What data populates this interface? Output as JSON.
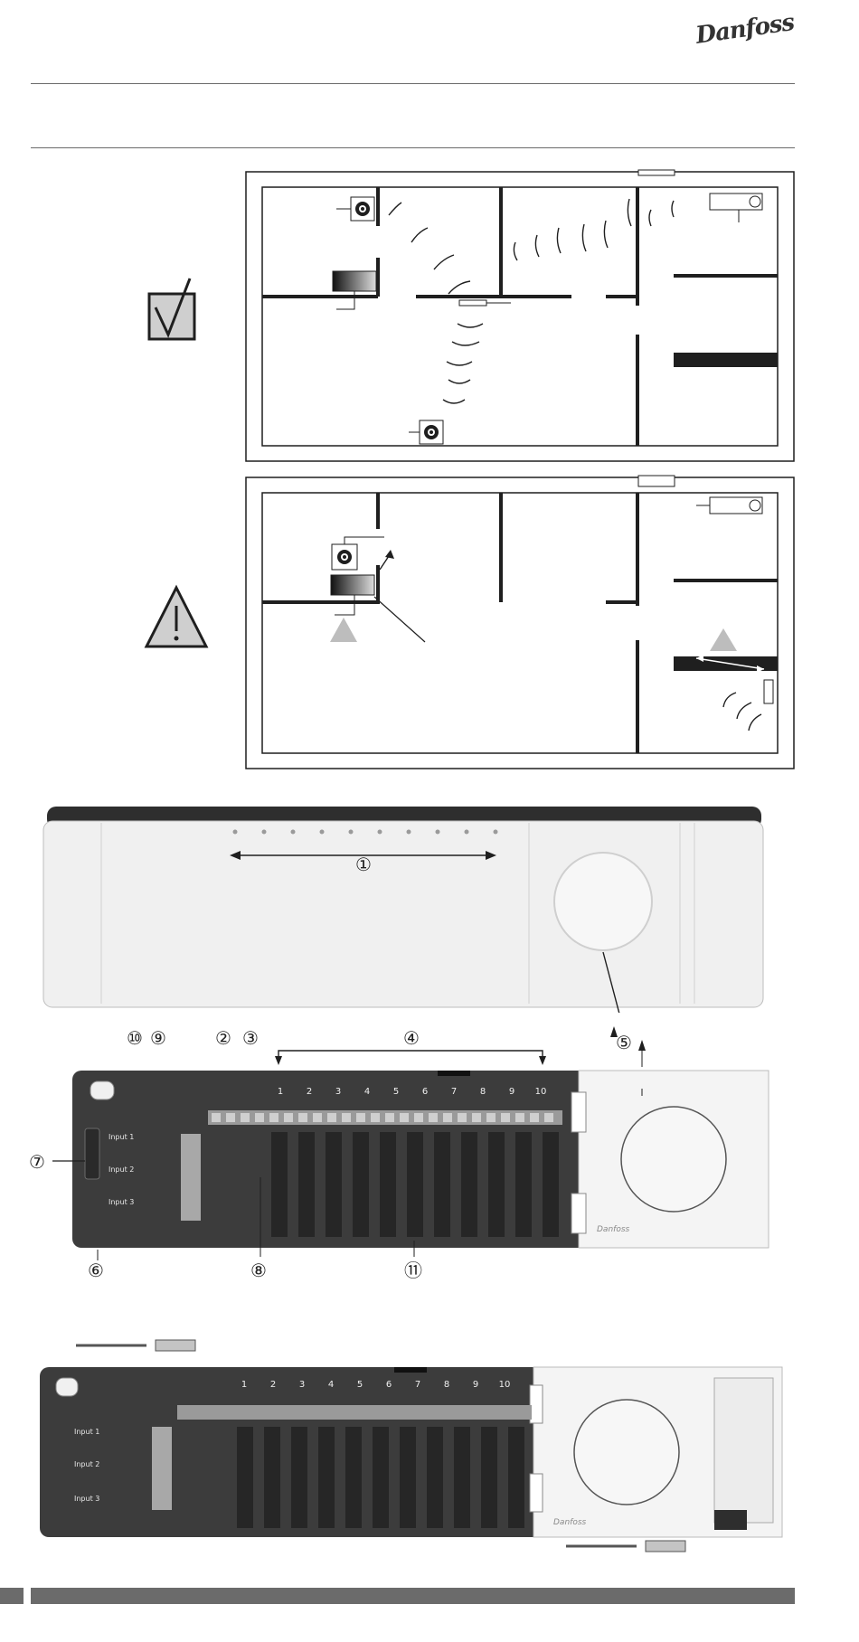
{
  "header": {
    "brand": "Danfoss"
  },
  "callouts": [
    "①",
    "②",
    "③",
    "④",
    "⑤",
    "⑥",
    "⑦",
    "⑧",
    "⑨",
    "⑩",
    "⑪"
  ],
  "panel_a": {
    "channels": [
      "1",
      "2",
      "3",
      "4",
      "5",
      "6",
      "7",
      "8",
      "9",
      "10"
    ],
    "inputs": [
      "Input 1",
      "Input 2",
      "Input 3"
    ],
    "logo": "Danfoss"
  },
  "panel_b": {
    "channels": [
      "1",
      "2",
      "3",
      "4",
      "5",
      "6",
      "7",
      "8",
      "9",
      "10"
    ],
    "inputs": [
      "Input 1",
      "Input 2",
      "Input 3"
    ],
    "logo": "Danfoss"
  },
  "colors": {
    "dark": "#3c3c3c",
    "housing": "#f2f2f2",
    "line": "#1f1f1f",
    "bar": "#6b6b6b"
  }
}
